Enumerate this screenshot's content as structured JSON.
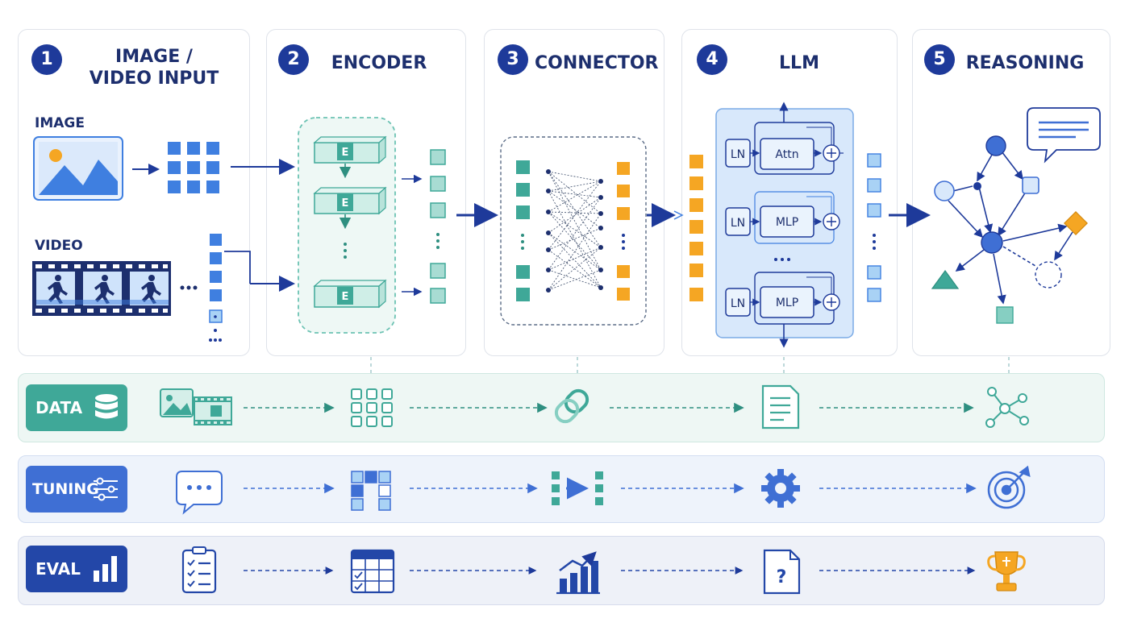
{
  "stages": [
    {
      "number": "1",
      "title_line1": "IMAGE /",
      "title_line2": "VIDEO INPUT"
    },
    {
      "number": "2",
      "title": "ENCODER"
    },
    {
      "number": "3",
      "title": "CONNECTOR"
    },
    {
      "number": "4",
      "title": "LLM"
    },
    {
      "number": "5",
      "title": "REASONING"
    }
  ],
  "input": {
    "image_label": "IMAGE",
    "video_label": "VIDEO"
  },
  "encoder": {
    "block_label": "E"
  },
  "llm": {
    "ln": "LN",
    "attn": "Attn",
    "mlp": "MLP"
  },
  "bands": [
    {
      "label": "DATA",
      "color": "#3fa898",
      "icons": [
        "image-video-icon",
        "grid-icon",
        "link-icon",
        "document-icon",
        "network-icon"
      ]
    },
    {
      "label": "TUNING",
      "color": "#3f6fd4",
      "icons": [
        "chat-bubble-icon",
        "grid-icon",
        "token-merge-icon",
        "gear-icon",
        "target-icon"
      ]
    },
    {
      "label": "EVAL",
      "color": "#2347a8",
      "icons": [
        "checklist-icon",
        "table-icon",
        "growth-chart-icon",
        "question-document-icon",
        "trophy-icon"
      ]
    }
  ],
  "colors": {
    "navy": "#1e3a9a",
    "teal": "#3fa898",
    "blue": "#3f7fe0",
    "orange": "#f5a623",
    "light_teal": "#a8dcd3",
    "light_blue": "#a9d2f5"
  }
}
